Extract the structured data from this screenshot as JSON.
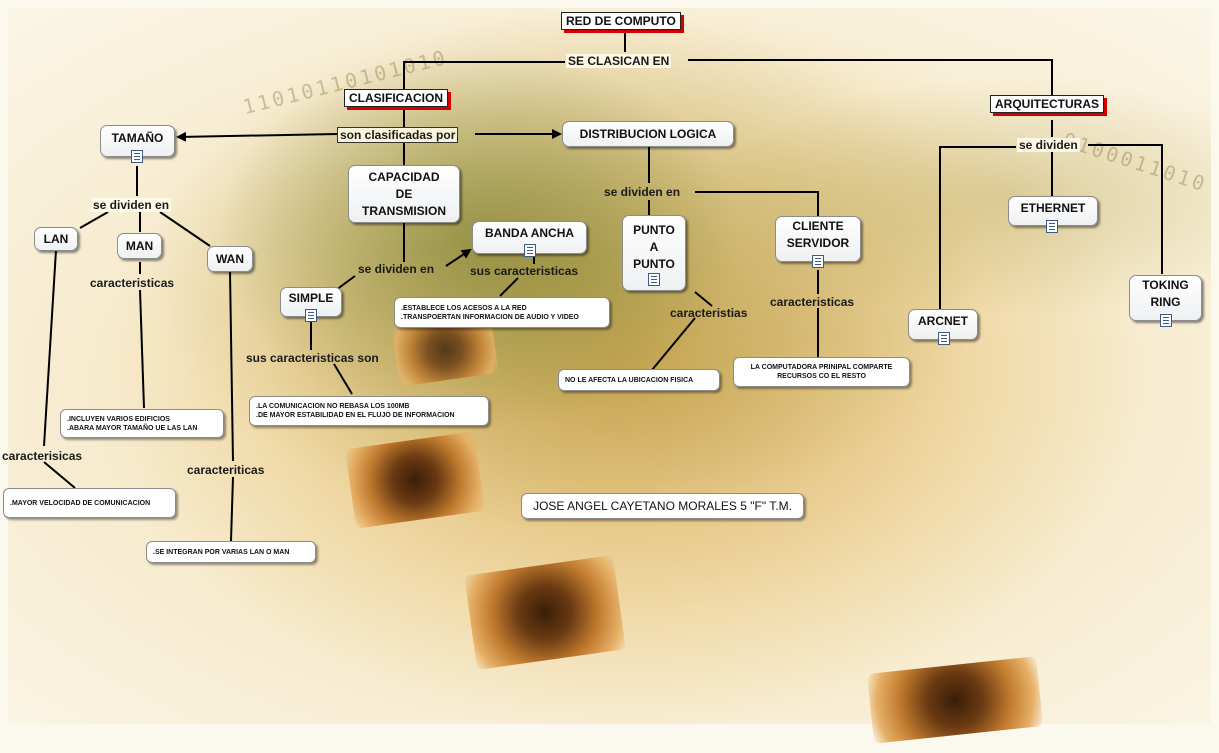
{
  "title": "RED DE COMPUTO",
  "classify_label": "SE CLASICAN EN",
  "clasificacion": "CLASIFICACION",
  "arquitecturas": "ARQUITECTURAS",
  "clasificadas_por": "son clasificadas por",
  "tamano": "TAMAÑO",
  "distribucion": "DISTRIBUCION LOGICA",
  "capacidad": [
    "CAPACIDAD",
    "DE",
    "TRANSMISION"
  ],
  "se_dividen_en": "se dividen en",
  "se_dividen_en_cap": "se dividen en",
  "se_dividen_en_dist": "se dividen en",
  "se_dividen": "se dividen",
  "lan": "LAN",
  "man": "MAN",
  "wan": "WAN",
  "banda_ancha": "BANDA ANCHA",
  "simple": "SIMPLE",
  "punto": [
    "PUNTO",
    "A",
    "PUNTO"
  ],
  "cliente": [
    "CLIENTE",
    "SERVIDOR"
  ],
  "ethernet": "ETHERNET",
  "toking": [
    "TOKING",
    "RING"
  ],
  "arcnet": "ARCNET",
  "lbl_man_car": "caracteristicas",
  "lbl_lan_car": "caracterisicas",
  "lbl_wan_car": "caracteriticas",
  "lbl_banda_car": "sus caracteristicas",
  "lbl_simple_car": "sus caracteristicas son",
  "lbl_punto_car": "caracteristias",
  "lbl_cliente_car": "caracteristicas",
  "note_banda": [
    ".ESTABLECE LOS ACESOS A LA RED",
    ".TRANSPOERTAN INFORMACION DE AUDIO Y VIDEO"
  ],
  "note_simple": [
    ".LA COMUNICACION NO REBASA LOS 100MB",
    ".DE MAYOR ESTABILIDAD EN EL FLUJO DE INFORMACION"
  ],
  "note_man": [
    ".INCLUYEN VARIOS EDIFICIOS",
    ".ABARA MAYOR TAMAÑO UE LAS LAN"
  ],
  "note_lan": ".MAYOR VELOCIDAD DE COMUNICACION",
  "note_wan": ".SE INTEGRAN POR VARIAS LAN O MAN",
  "note_punto": "NO LE AFECTA LA UBICACION FISICA",
  "note_cliente": [
    "LA COMPUTADORA PRINIPAL COMPARTE",
    "RECURSOS CO EL RESTO"
  ],
  "author": "JOSE ANGEL CAYETANO MORALES  5 \"F\" T.M.",
  "bits_1": "11010110101010",
  "bits_2": "0100011010",
  "icon_note": "note-icon",
  "colors": {
    "accent_shadow": "#d40000",
    "node_border": "#8c8c8c",
    "link": "#000000"
  }
}
